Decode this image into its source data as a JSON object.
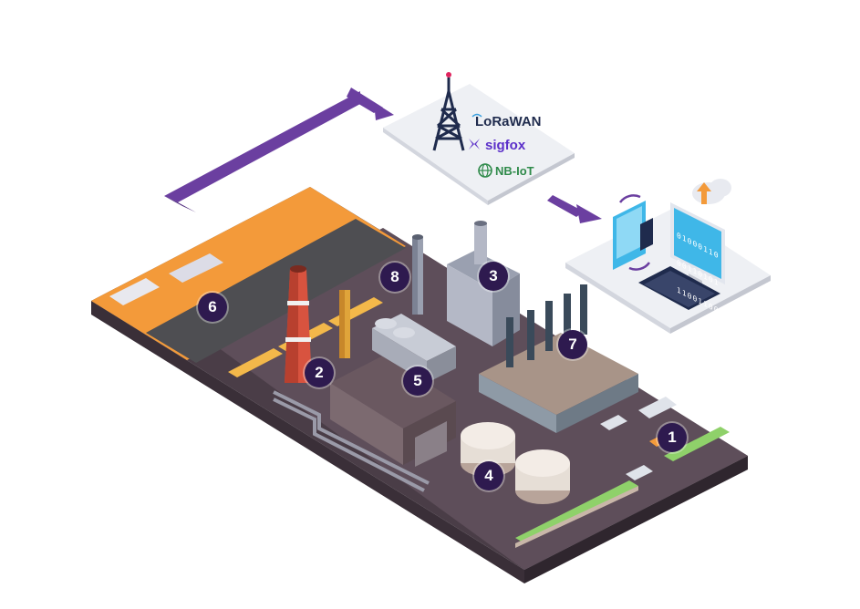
{
  "network": {
    "lorawan": "LoRaWAN",
    "sigfox": "sigfox",
    "nbiot": "NB-IoT"
  },
  "binary": [
    "01000110",
    "00110101",
    "11001100"
  ],
  "colors": {
    "arrow": "#6b3fa0",
    "badge": "#2e1a4f",
    "ground": "#5a4a55",
    "yard": "#f39a3a",
    "road": "#4a4a4a",
    "grass": "#8fd16a"
  },
  "badges": [
    {
      "id": "1",
      "label": "1"
    },
    {
      "id": "2",
      "label": "2"
    },
    {
      "id": "3",
      "label": "3"
    },
    {
      "id": "4",
      "label": "4"
    },
    {
      "id": "5",
      "label": "5"
    },
    {
      "id": "6",
      "label": "6"
    },
    {
      "id": "7",
      "label": "7"
    },
    {
      "id": "8",
      "label": "8"
    }
  ]
}
